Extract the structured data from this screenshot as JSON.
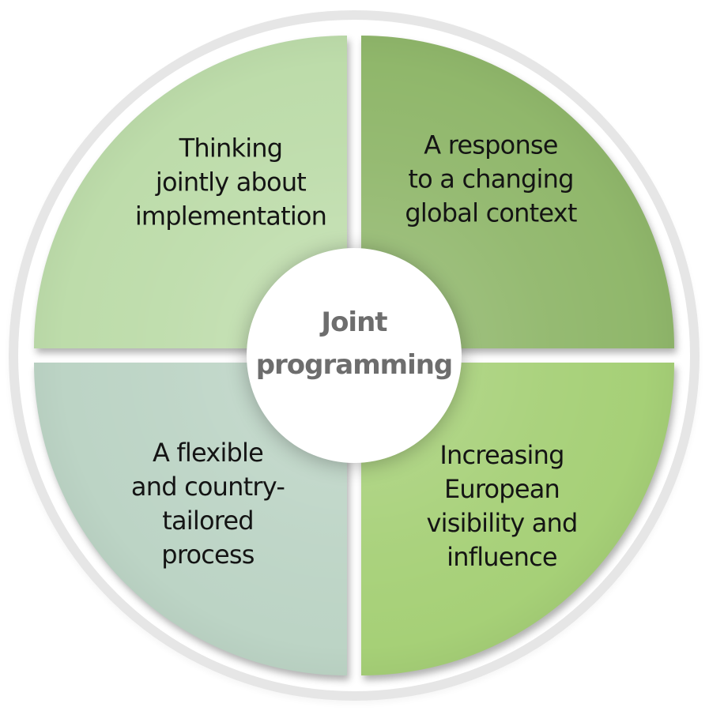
{
  "diagram": {
    "type": "quadrant-circle-infographic",
    "ring_color": "#e6e6e6",
    "label_text_color": "#141414",
    "center": {
      "lines": [
        "Joint",
        "programming"
      ],
      "bg_color": "#ffffff",
      "text_color": "#6d6d6d"
    },
    "quadrants": [
      {
        "position": "top-left",
        "lines": [
          "Thinking",
          "jointly about",
          "implementation"
        ],
        "color": "#bddcaa"
      },
      {
        "position": "top-right",
        "lines": [
          "A response",
          "to a changing",
          "global context"
        ],
        "color": "#90b76b"
      },
      {
        "position": "bottom-left",
        "lines": [
          "A flexible",
          "and country-",
          "tailored",
          "process"
        ],
        "color": "#bcd4c5"
      },
      {
        "position": "bottom-right",
        "lines": [
          "Increasing",
          "European",
          "visibility and",
          "influence"
        ],
        "color": "#a6d077"
      }
    ]
  }
}
